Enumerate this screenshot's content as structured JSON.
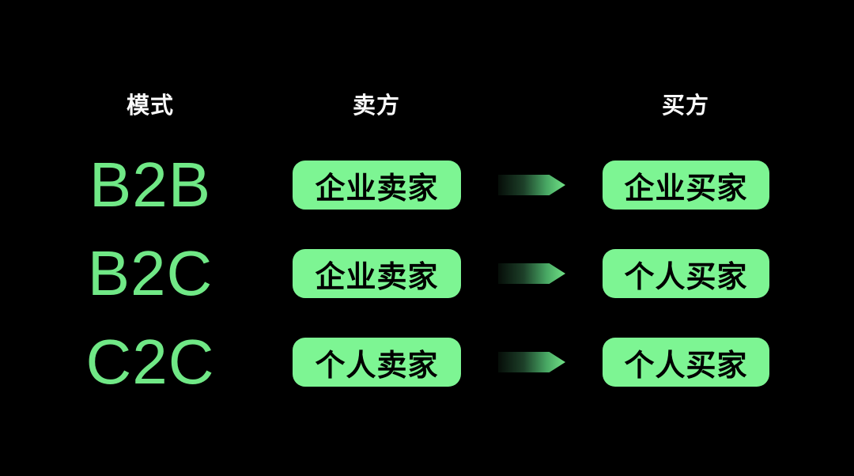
{
  "diagram": {
    "headers": {
      "mode": "模式",
      "seller": "卖方",
      "buyer": "买方"
    },
    "rows": [
      {
        "mode": "B2B",
        "seller": "企业卖家",
        "buyer": "企业买家"
      },
      {
        "mode": "B2C",
        "seller": "企业卖家",
        "buyer": "个人买家"
      },
      {
        "mode": "C2C",
        "seller": "个人卖家",
        "buyer": "个人买家"
      }
    ]
  },
  "icons": {
    "arrow": "arrow-right-icon"
  },
  "colors": {
    "background": "#000000",
    "pill_green": "#7df593",
    "mode_label_green": "#70e886",
    "arrow_green_bright": "#71e287",
    "arrow_green_dark": "#060d08",
    "header_text": "#fafafa",
    "pill_text": "#000000"
  }
}
